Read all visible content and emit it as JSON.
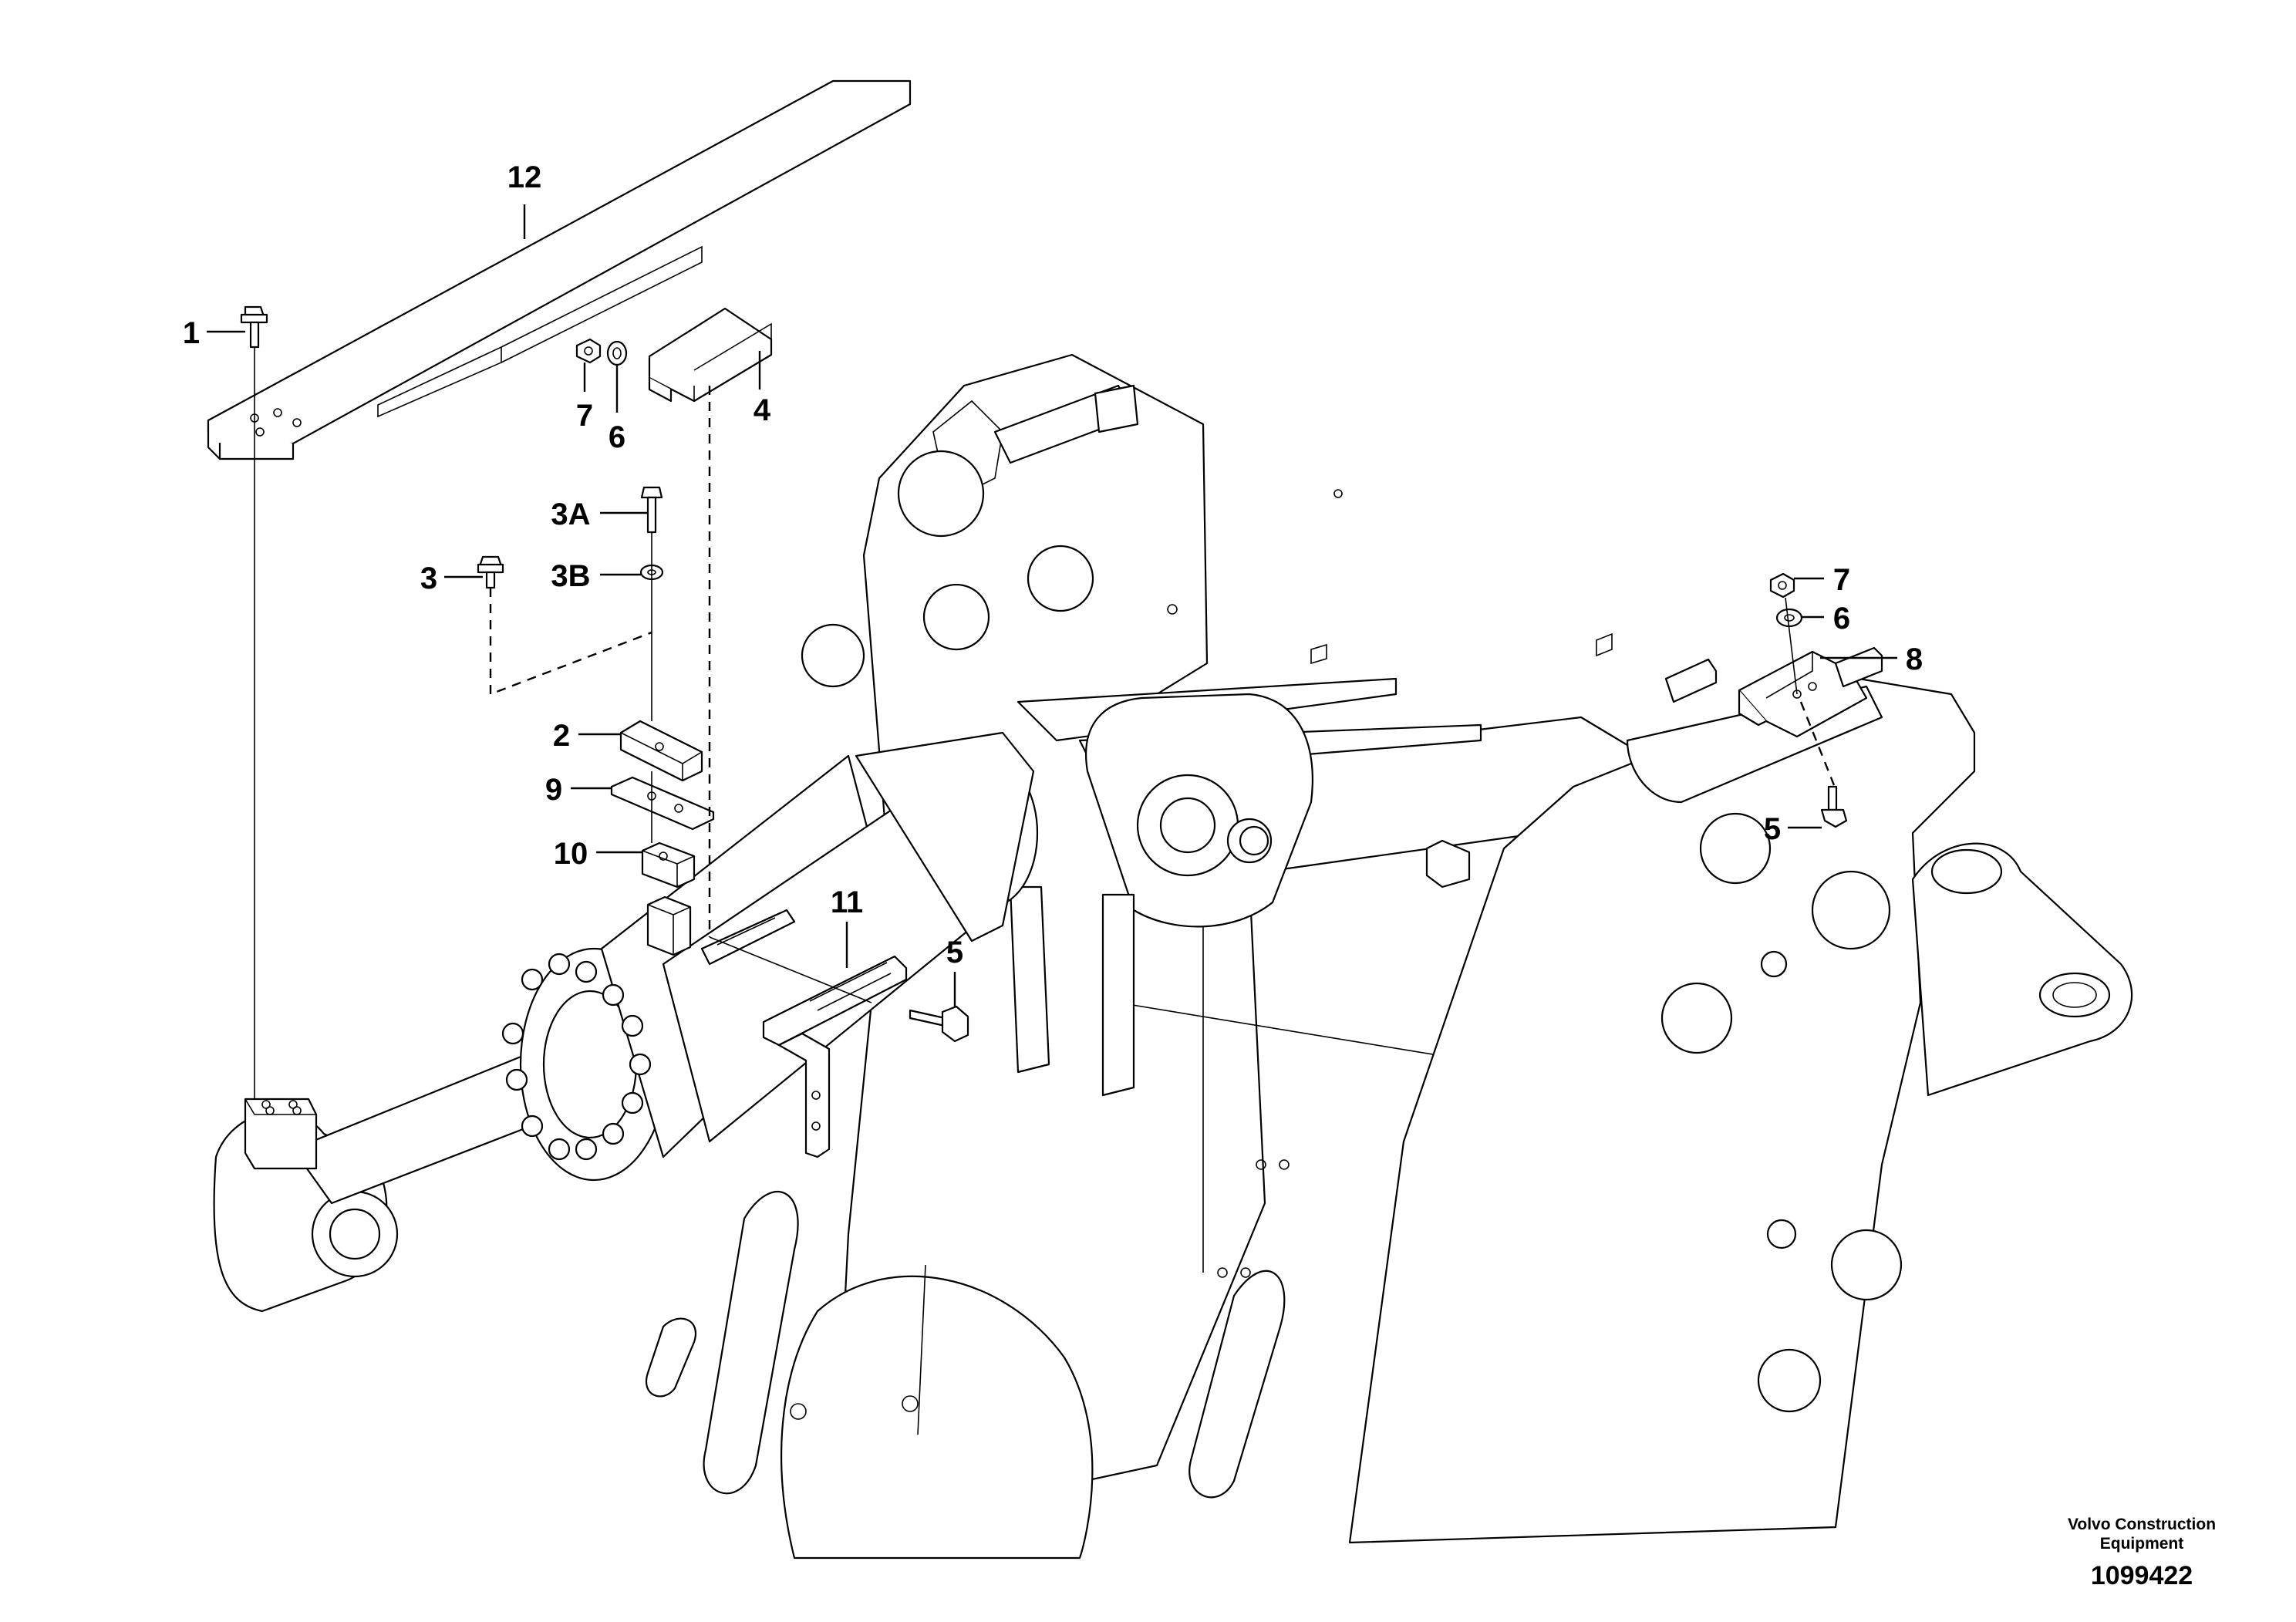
{
  "callouts": {
    "c12": "12",
    "c1": "1",
    "c7a": "7",
    "c6a": "6",
    "c4": "4",
    "c3A": "3A",
    "c3B": "3B",
    "c3": "3",
    "c2": "2",
    "c9": "9",
    "c10": "10",
    "c11": "11",
    "c5a": "5",
    "c7b": "7",
    "c6b": "6",
    "c8": "8",
    "c5b": "5"
  },
  "footer": {
    "brand_line1": "Volvo Construction",
    "brand_line2": "Equipment",
    "drawing_number": "1099422"
  }
}
